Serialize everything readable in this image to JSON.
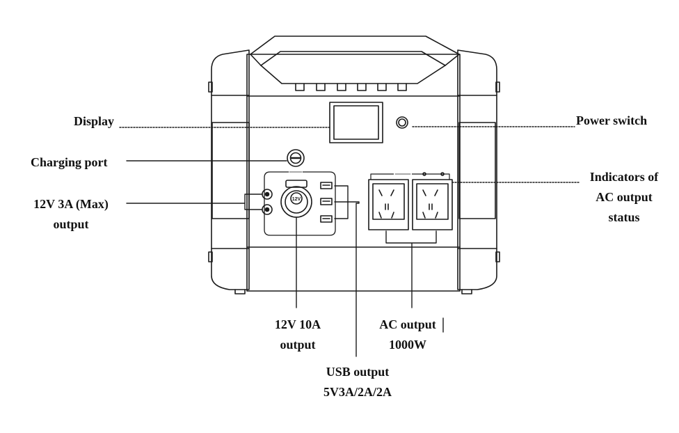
{
  "labels": {
    "display": "Display",
    "power_switch": "Power switch",
    "charging_port": "Charging port",
    "dc_output": [
      "12V 3A (Max)",
      "output"
    ],
    "ac_indicators": [
      "Indicators of",
      "AC output",
      "status"
    ],
    "car_output": [
      "12V 10A",
      "output"
    ],
    "ac_output": [
      "AC output",
      "1000W"
    ],
    "usb_output": [
      "USB output",
      "5V3A/2A/2A"
    ]
  },
  "device_markings": {
    "car_socket_voltage": "12V"
  },
  "colors": {
    "line": "#1a1a1a",
    "text": "#111111",
    "background": "#ffffff"
  }
}
